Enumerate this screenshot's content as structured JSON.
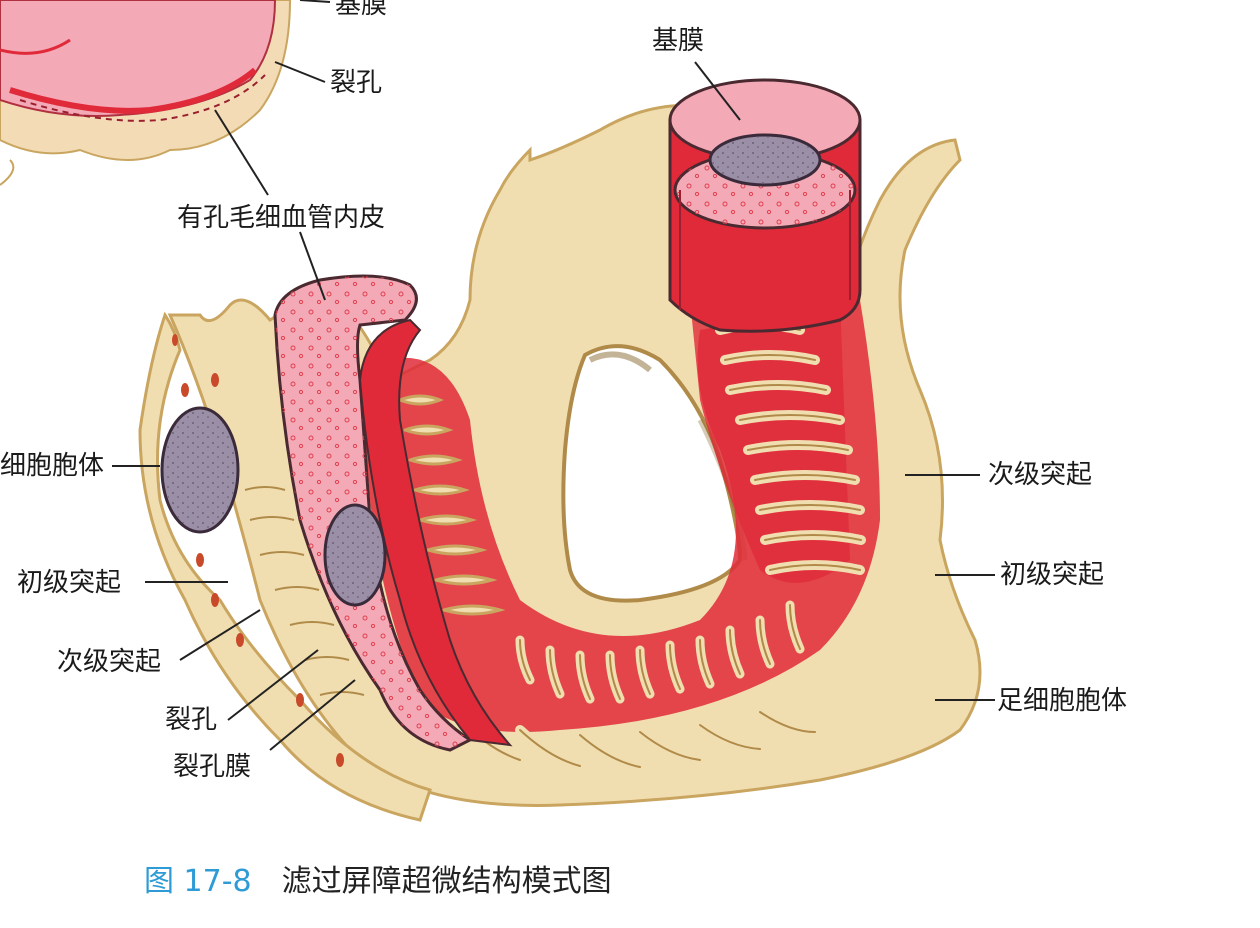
{
  "labels": {
    "basement_membrane_top": "基膜",
    "basement_membrane_inset": "基膜",
    "slit_inset": "裂孔",
    "fenestrated_endothelium": "有孔毛细血管内皮",
    "podocyte_body_left": "细胞胞体",
    "primary_process_left": "初级突起",
    "secondary_process_left": "次级突起",
    "slit_left": "裂孔",
    "slit_membrane": "裂孔膜",
    "secondary_process_right": "次级突起",
    "primary_process_right": "初级突起",
    "podocyte_body_right": "足细胞胞体"
  },
  "caption": {
    "figure_number": "图 17-8",
    "title": "滤过屏障超微结构模式图"
  },
  "colors": {
    "podocyte": "#f1deb0",
    "podocyte_edge": "#c9a560",
    "endothelium_pink": "#f4a9b6",
    "capillary_red": "#e02a3a",
    "nucleus": "#9a8fa6",
    "caption_blue": "#2e9bd6"
  }
}
